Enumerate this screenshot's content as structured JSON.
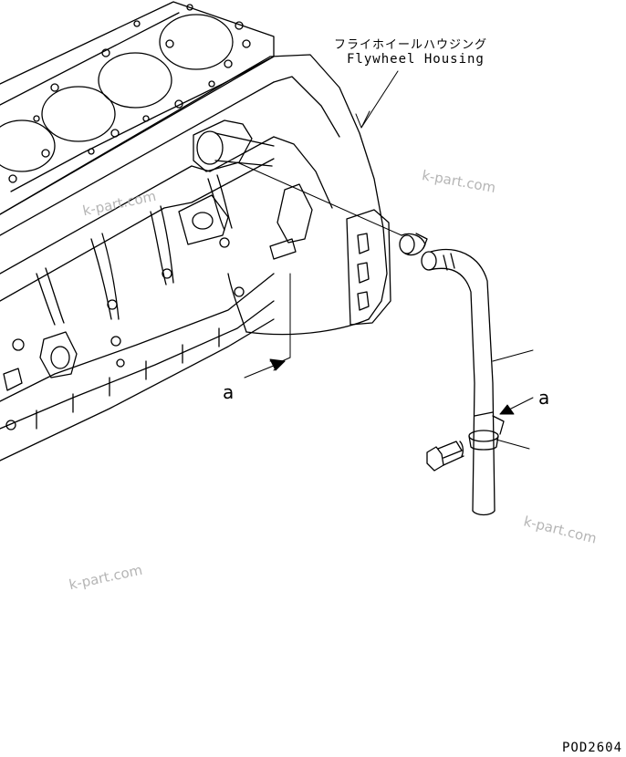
{
  "labels": {
    "flywheel_housing_jp": "フライホイールハウジング",
    "flywheel_housing_en": "Flywheel Housing",
    "callout_a_left": "a",
    "callout_a_right": "a"
  },
  "watermarks": [
    "k-part.com",
    "k-part.com",
    "k-part.com",
    "k-part.com"
  ],
  "figure_code": "POD2604",
  "colors": {
    "line": "#000000",
    "watermark": "#b5b5b5",
    "background": "#ffffff"
  }
}
